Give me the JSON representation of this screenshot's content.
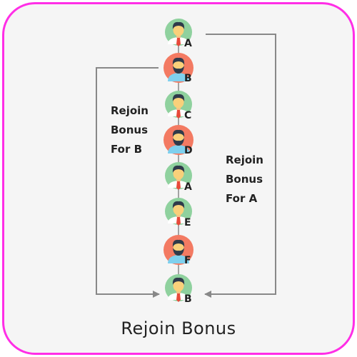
{
  "caption": "Rejoin Bonus",
  "left_label": [
    "Rejoin",
    "Bonus",
    "For B"
  ],
  "right_label": [
    "Rejoin",
    "Bonus",
    "For A"
  ],
  "nodes": [
    {
      "letter": "A",
      "type": "green"
    },
    {
      "letter": "B",
      "type": "orange"
    },
    {
      "letter": "C",
      "type": "green"
    },
    {
      "letter": "D",
      "type": "orange"
    },
    {
      "letter": "A",
      "type": "green"
    },
    {
      "letter": "E",
      "type": "green"
    },
    {
      "letter": "F",
      "type": "orange"
    },
    {
      "letter": "B",
      "type": "green"
    }
  ],
  "colors": {
    "border": "#ff2ee6",
    "green_avatar": "#8fd19e",
    "orange_avatar": "#f37a62",
    "line": "#888888"
  }
}
